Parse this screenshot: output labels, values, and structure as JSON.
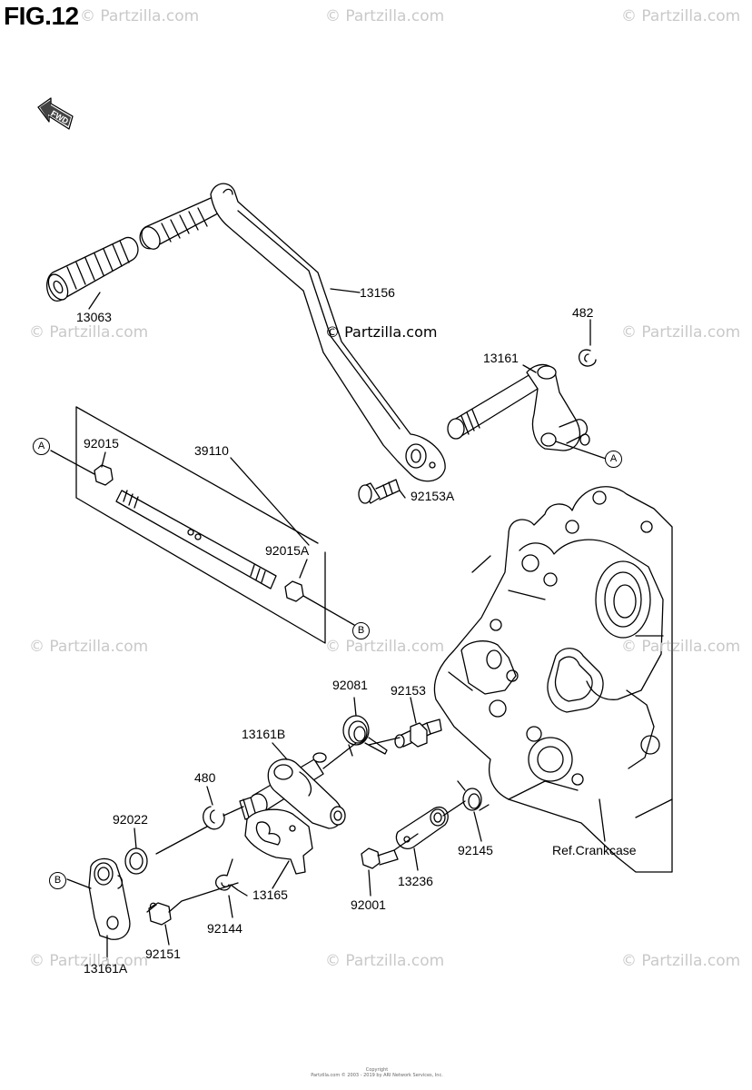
{
  "figure": {
    "title": "FIG.12"
  },
  "watermark": {
    "text": "© Partzilla.com",
    "center_text": "© Partzilla.com"
  },
  "direction_badge": {
    "text": "FWD",
    "icon": "fwd-arrow-icon"
  },
  "parts": [
    {
      "number": "13063"
    },
    {
      "number": "13156"
    },
    {
      "number": "482"
    },
    {
      "number": "13161"
    },
    {
      "number": "92015"
    },
    {
      "number": "39110"
    },
    {
      "number": "92153A"
    },
    {
      "number": "92015A"
    },
    {
      "number": "92081"
    },
    {
      "number": "92153"
    },
    {
      "number": "13161B"
    },
    {
      "number": "480"
    },
    {
      "number": "92022"
    },
    {
      "number": "92145"
    },
    {
      "number": "13236"
    },
    {
      "number": "13165"
    },
    {
      "number": "92144"
    },
    {
      "number": "92001"
    },
    {
      "number": "92151"
    },
    {
      "number": "13161A"
    }
  ],
  "references": {
    "crankcase": "Ref.Crankcase"
  },
  "callouts": {
    "a": "A",
    "b": "B"
  },
  "footer": {
    "line1": "Copyright",
    "line2": "Partzilla.com © 2003 - 2019 by ARI Network Services, Inc."
  }
}
